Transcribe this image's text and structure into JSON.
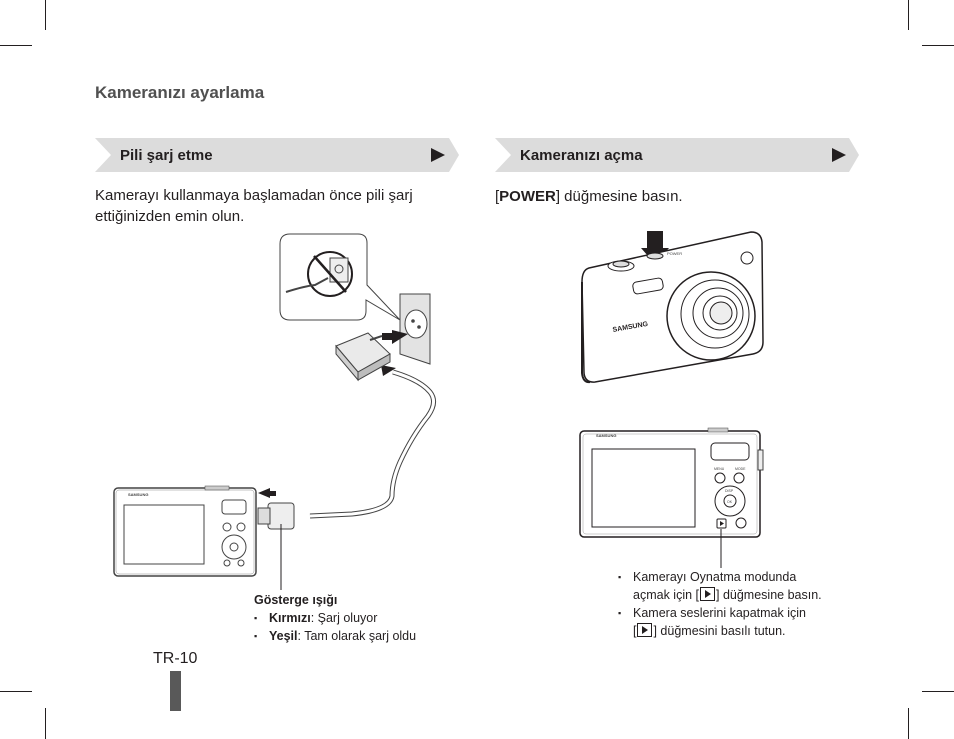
{
  "section_title": "Kameranızı ayarlama",
  "left": {
    "banner": "Pili şarj etme",
    "text_line1": "Kamerayı kullanmaya başlamadan önce pili şarj",
    "text_line2": "ettiğinizden emin olun.",
    "indicator_title": "Gösterge ışığı",
    "red_label": "Kırmızı",
    "red_text": ": Şarj oluyor",
    "green_label": "Yeşil",
    "green_text": ": Tam olarak şarj oldu"
  },
  "right": {
    "banner": "Kameranızı açma",
    "instruction_open": "[",
    "instruction_key": "POWER",
    "instruction_rest": "] düğmesine basın.",
    "bullet1_line1": "Kamerayı Oynatma modunda",
    "bullet1_line2_a": "açmak için [",
    "bullet1_line2_b": "] düğmesine basın.",
    "bullet2_line1": "Kamera seslerini kapatmak için",
    "bullet2_line2_a": "[",
    "bullet2_line2_b": "] düğmesini basılı tutun."
  },
  "page_number": "TR-10",
  "brand": "SAMSUNG",
  "camera_labels": {
    "menu": "MENU",
    "mode": "MODE",
    "disp": "DISP",
    "ok": "OK",
    "power": "POWER"
  },
  "icons": [
    "play-icon",
    "arrow-icon",
    "no-water-icon",
    "plug-icon"
  ],
  "colors": {
    "banner": "#dcdcdc",
    "text": "#231f20",
    "heading": "#505050",
    "tab": "#595959"
  }
}
